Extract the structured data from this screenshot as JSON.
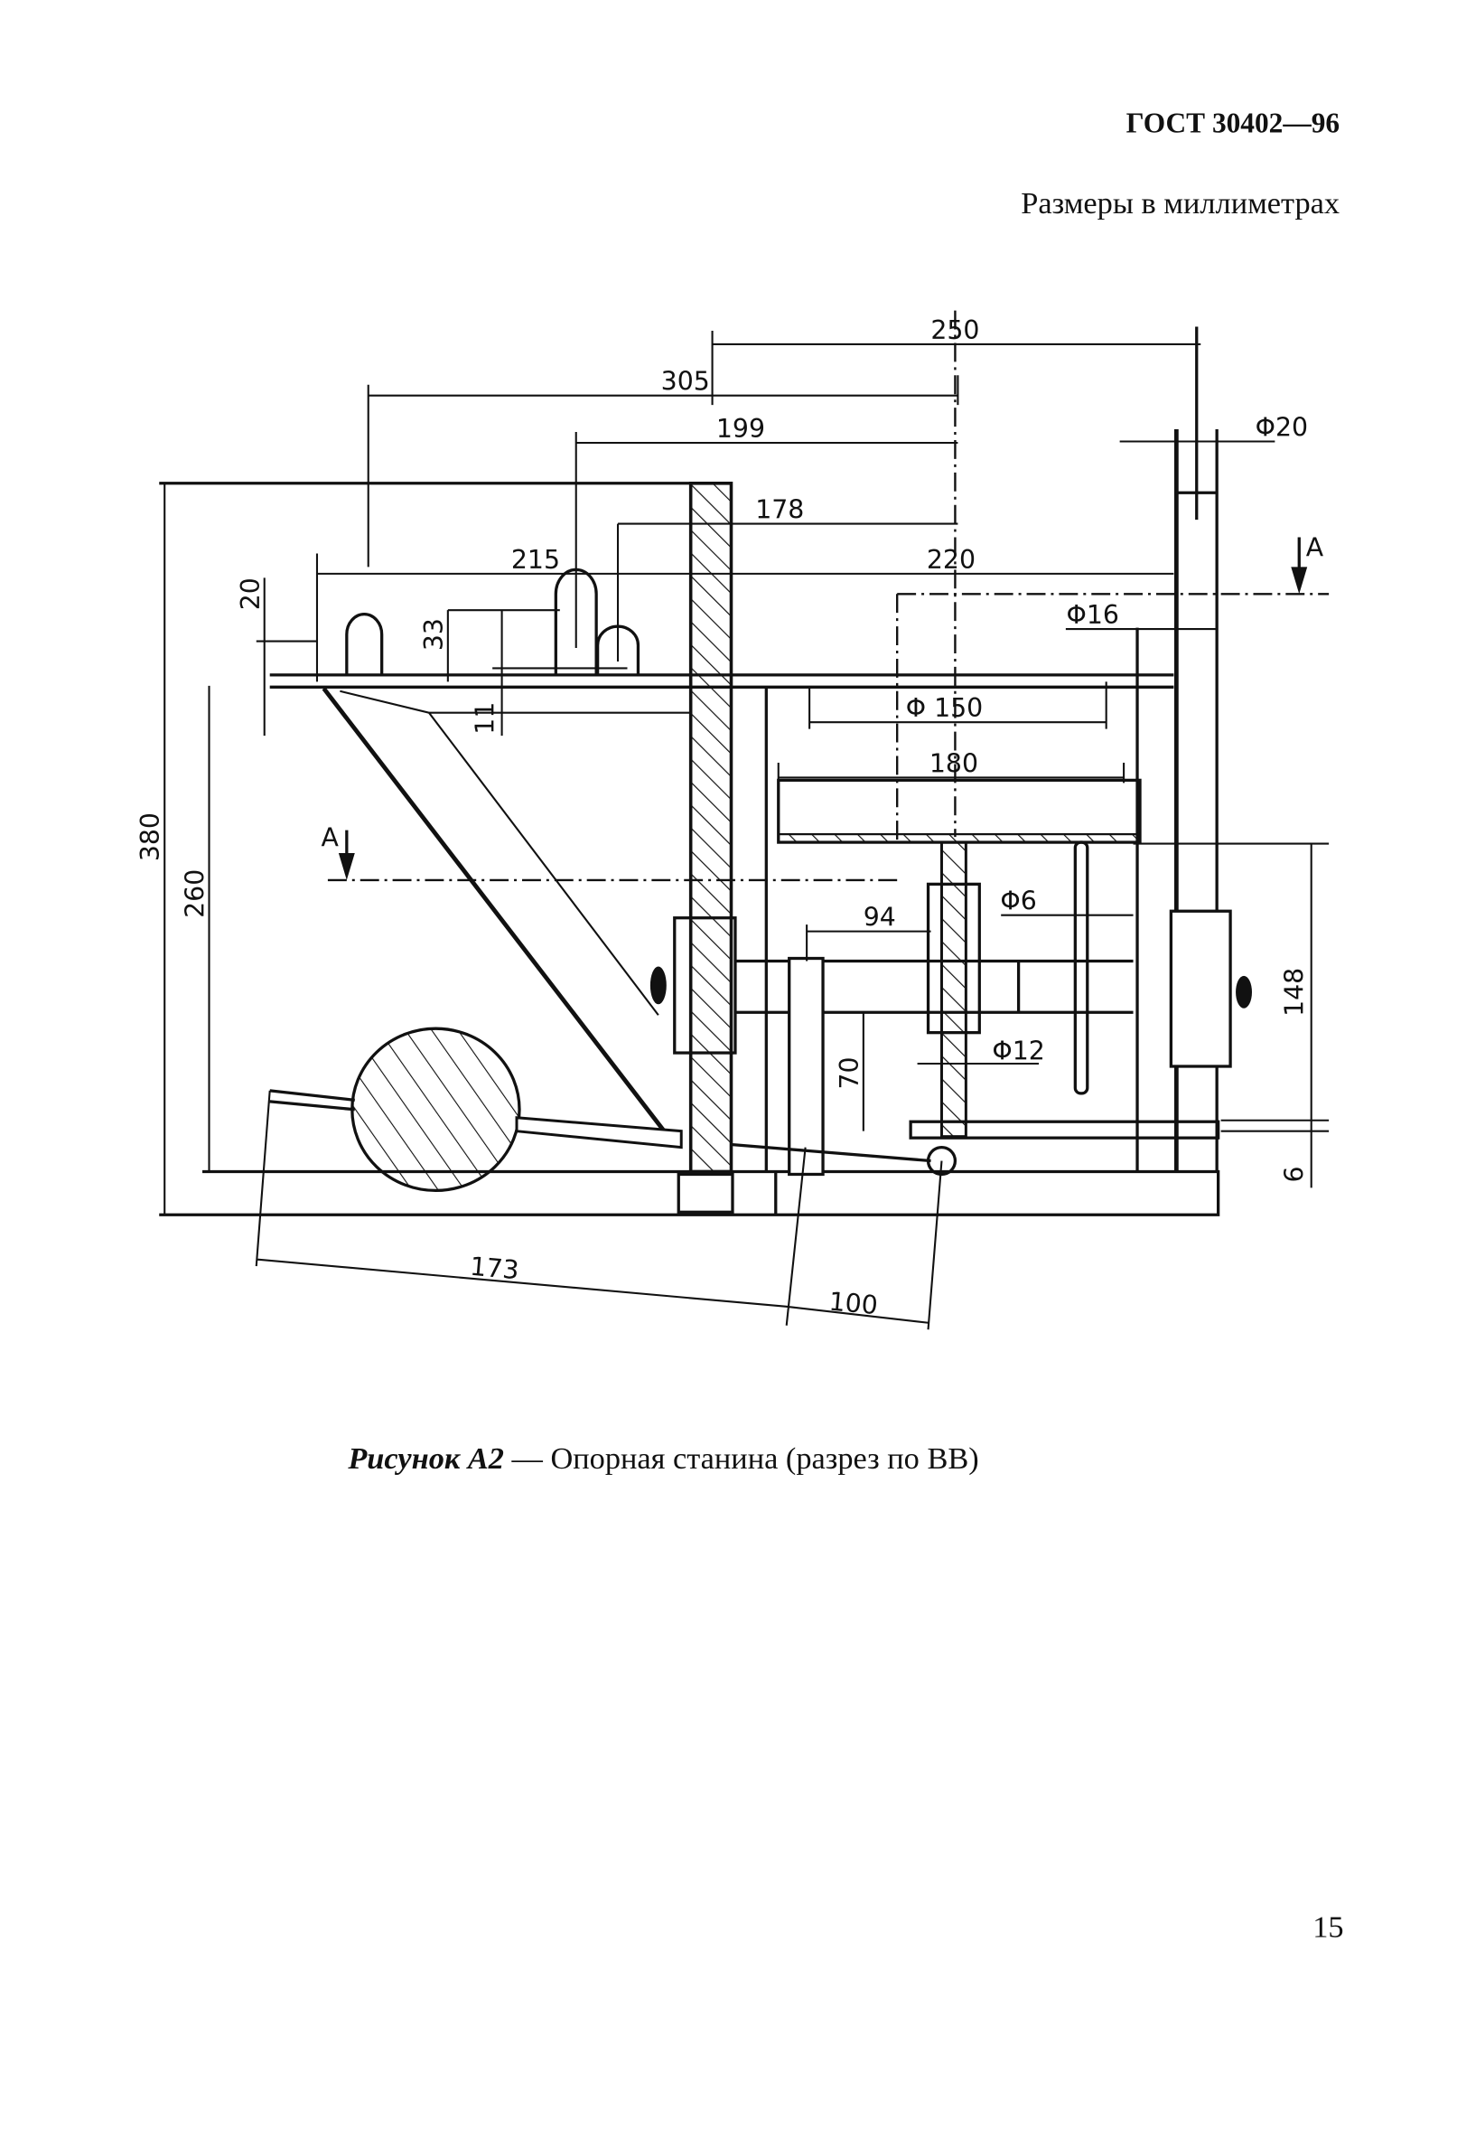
{
  "header": {
    "standard": "ГОСТ 30402—96",
    "units_note": "Размеры в миллиметрах"
  },
  "drawing": {
    "dimensions": {
      "d250": "250",
      "d305": "305",
      "d199": "199",
      "d178": "178",
      "d215": "215",
      "d220": "220",
      "phi20": "Φ20",
      "phi16": "Φ16",
      "phi150": "Φ 150",
      "d180": "180",
      "d20": "20",
      "d33": "33",
      "d11": "11",
      "d380": "380",
      "d260": "260",
      "phi6": "Φ6",
      "d94": "94",
      "d148": "148",
      "phi12": "Φ12",
      "d70": "70",
      "d6": "6",
      "d173": "173",
      "d100": "100"
    },
    "section_labels": {
      "right": "A",
      "left": "A"
    }
  },
  "caption": {
    "figure_label": "Рисунок А2",
    "figure_title": " — Опорная станина (разрез по ВВ)"
  },
  "page_number": "15"
}
